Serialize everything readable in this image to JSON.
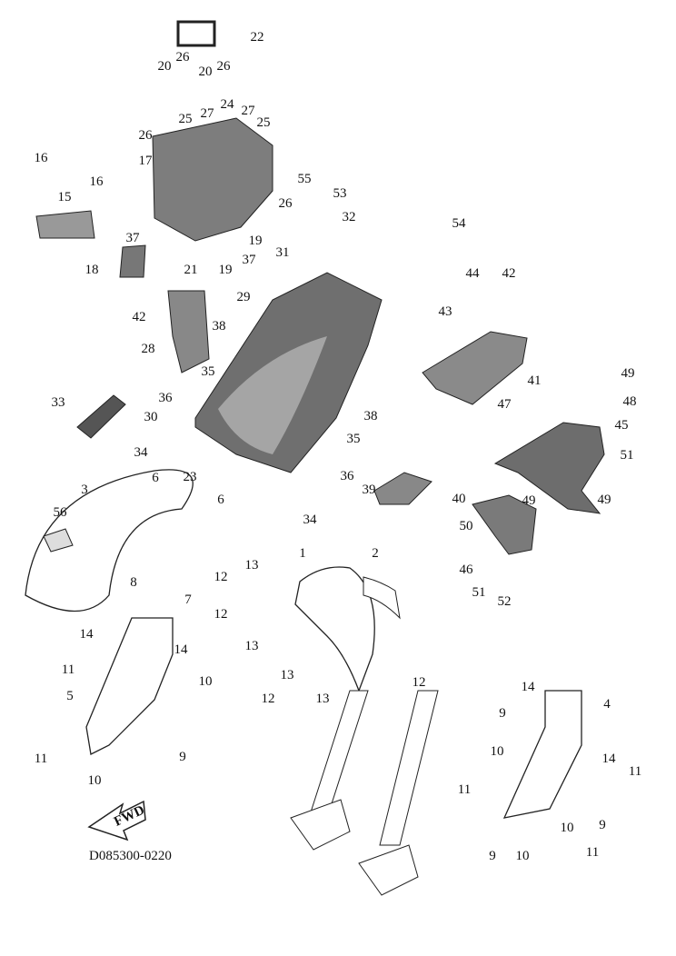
{
  "diagram": {
    "callouts": [
      "22",
      "20",
      "26",
      "20",
      "26",
      "24",
      "27",
      "27",
      "25",
      "25",
      "26",
      "17",
      "16",
      "16",
      "15",
      "55",
      "53",
      "26",
      "32",
      "54",
      "37",
      "19",
      "37",
      "21",
      "19",
      "18",
      "31",
      "29",
      "42",
      "38",
      "44",
      "42",
      "43",
      "28",
      "35",
      "41",
      "49",
      "36",
      "33",
      "38",
      "47",
      "48",
      "30",
      "35",
      "45",
      "34",
      "51",
      "23",
      "36",
      "40",
      "39",
      "49",
      "49",
      "6",
      "6",
      "3",
      "34",
      "50",
      "56",
      "1",
      "2",
      "13",
      "12",
      "8",
      "7",
      "46",
      "51",
      "52",
      "12",
      "13",
      "14",
      "14",
      "11",
      "10",
      "5",
      "13",
      "12",
      "12",
      "13",
      "14",
      "9",
      "4",
      "10",
      "14",
      "11",
      "10",
      "9",
      "11",
      "11",
      "10",
      "9",
      "9",
      "10",
      "11"
    ],
    "fwd_label": "FWD",
    "drawing_code": "D085300-0220",
    "line_color": "#222222",
    "part_fill": "#8a8a8a"
  }
}
